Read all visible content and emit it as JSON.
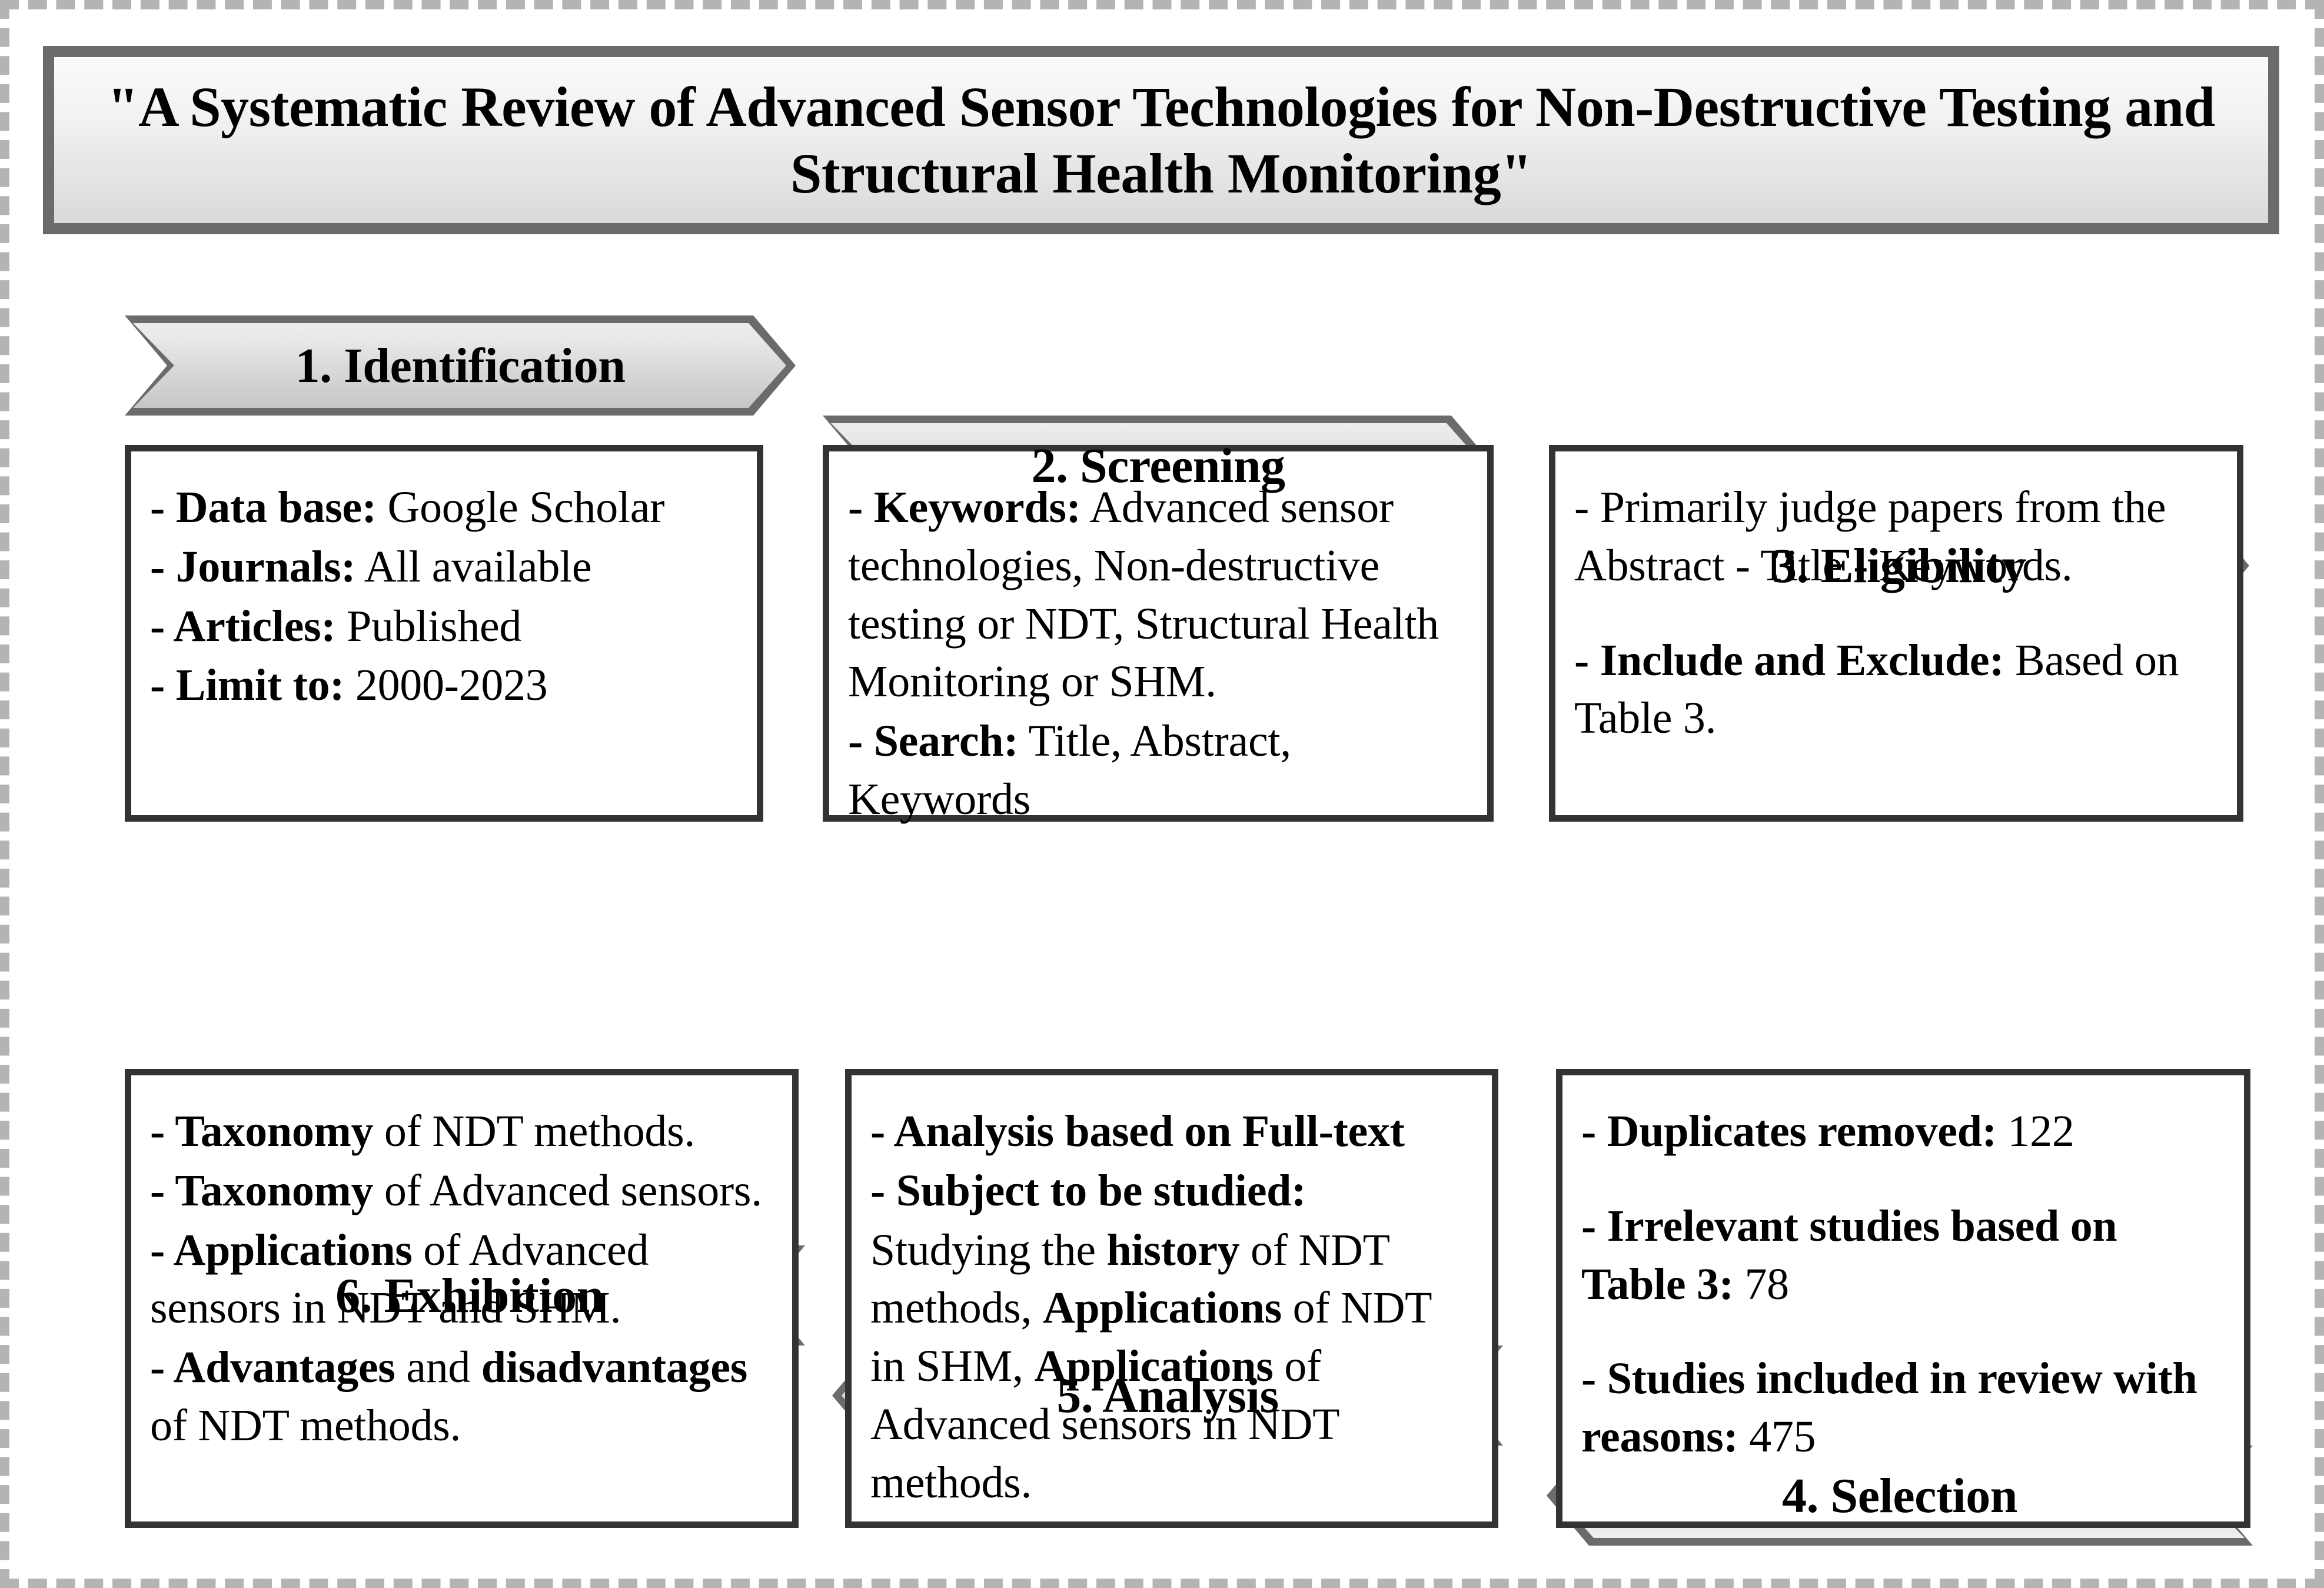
{
  "title": "\"A Systematic Review of Advanced Sensor Technologies for Non-Destructive Testing and Structural Health Monitoring\"",
  "colors": {
    "frame_dashed": "#b4b4b4",
    "header_border": "#6b6b6b",
    "box_border": "#333333",
    "box_fill": "#ffffff",
    "text": "#000000"
  },
  "stages": {
    "identification": {
      "header": "1. Identification",
      "lines": [
        {
          "label": "- Data base:",
          "value": " Google Scholar"
        },
        {
          "label": "- Journals:",
          "value": " All available"
        },
        {
          "label": "- Articles:",
          "value": " Published"
        },
        {
          "label": "- Limit to:",
          "value": " 2000-2023"
        }
      ]
    },
    "screening": {
      "header": "2. Screening",
      "lines": [
        {
          "label": "- Keywords:",
          "value": " Advanced sensor technologies, Non-destructive testing or NDT, Structural Health Monitoring or SHM."
        },
        {
          "label": "- Search:",
          "value": " Title, Abstract, Keywords"
        }
      ]
    },
    "eligibility": {
      "header": "3. Eligibility",
      "lines": [
        {
          "label": "",
          "value": " - Primarily judge papers from the Abstract - Title - Keywords."
        },
        {
          "label": "- Include and Exclude:",
          "value": " Based on Table 3."
        }
      ]
    },
    "selection": {
      "header": "4. Selection",
      "lines": [
        {
          "label": "- Duplicates removed:",
          "value": " 122"
        },
        {
          "label": "- Irrelevant studies based on Table 3:",
          "value": "  78"
        },
        {
          "label": "- Studies included in review with reasons:",
          "value": " 475"
        }
      ]
    },
    "analysis": {
      "header": "5. Analysis",
      "line1": "- Analysis based on Full-text",
      "line2_label": "- Subject to be studied:",
      "line2_a": "Studying the ",
      "line2_b": "history",
      "line2_c": " of NDT methods, ",
      "line2_d": "Applications",
      "line2_e": " of NDT in SHM, ",
      "line2_f": "Applications",
      "line2_g": " of Advanced sensors in NDT methods."
    },
    "exhibition": {
      "header": "6. Exhibition",
      "l1_b": "- Taxonomy",
      "l1_r": " of NDT methods.",
      "l2_b": "- Taxonomy",
      "l2_r": " of Advanced sensors.",
      "l3_b": "- Applications",
      "l3_r": " of  Advanced sensors in NDT and SHM.",
      "l4_b1": "- Advantages",
      "l4_r1": " and ",
      "l4_b2": "disadvantages",
      "l4_r2": " of NDT methods."
    }
  }
}
